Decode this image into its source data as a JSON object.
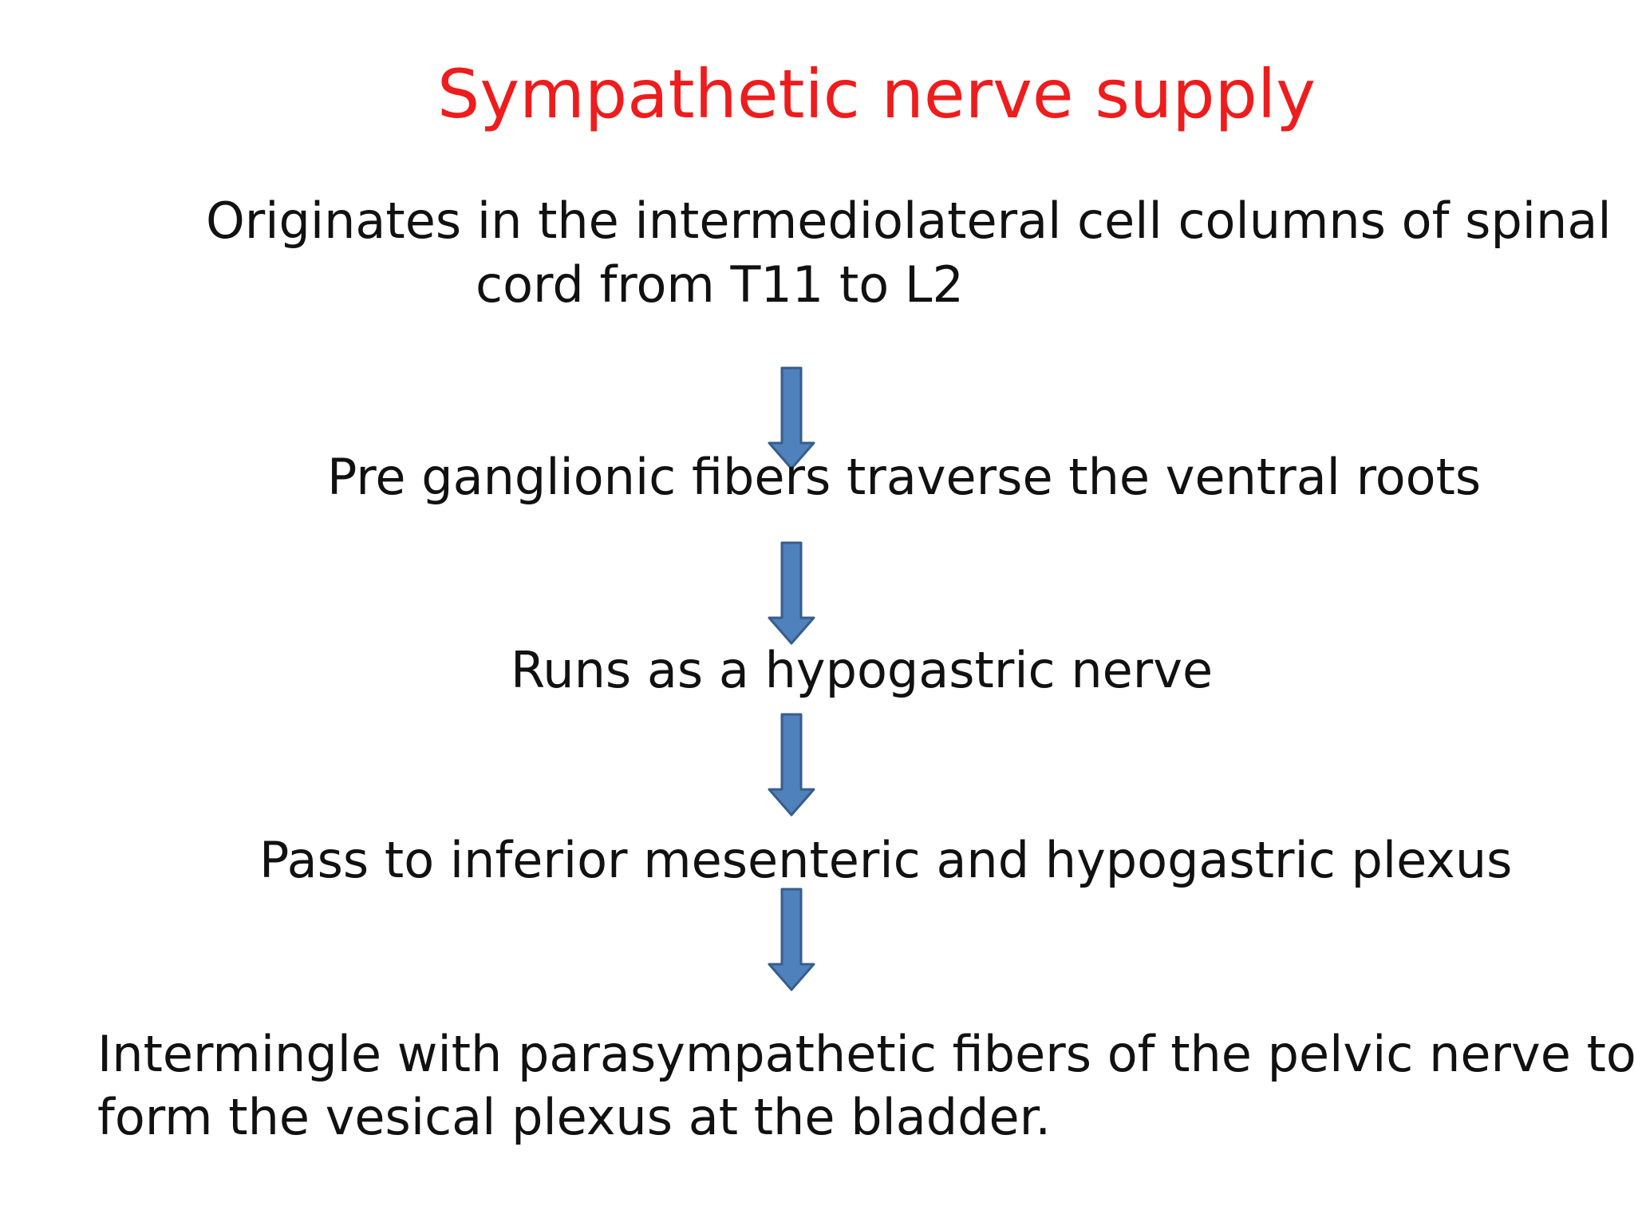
{
  "title": "Sympathetic nerve supply",
  "steps": {
    "step1_line1": "Originates in the intermediolateral cell columns of spinal",
    "step1_line2": "cord from T11 to L2",
    "step2": "Pre ganglionic fibers traverse the ventral roots",
    "step3": "Runs as a hypogastric nerve",
    "step4": "Pass to inferior mesenteric and hypogastric plexus",
    "step5_line1": "Intermingle with parasympathetic fibers of the pelvic nerve to",
    "step5_line2": "form  the vesical plexus at the bladder."
  },
  "colors": {
    "title": "#ee1c1c",
    "arrow_fill": "#4f81bd",
    "arrow_stroke": "#385d8a",
    "text": "#111111"
  },
  "icons": {
    "arrow": "down-arrow-icon"
  }
}
